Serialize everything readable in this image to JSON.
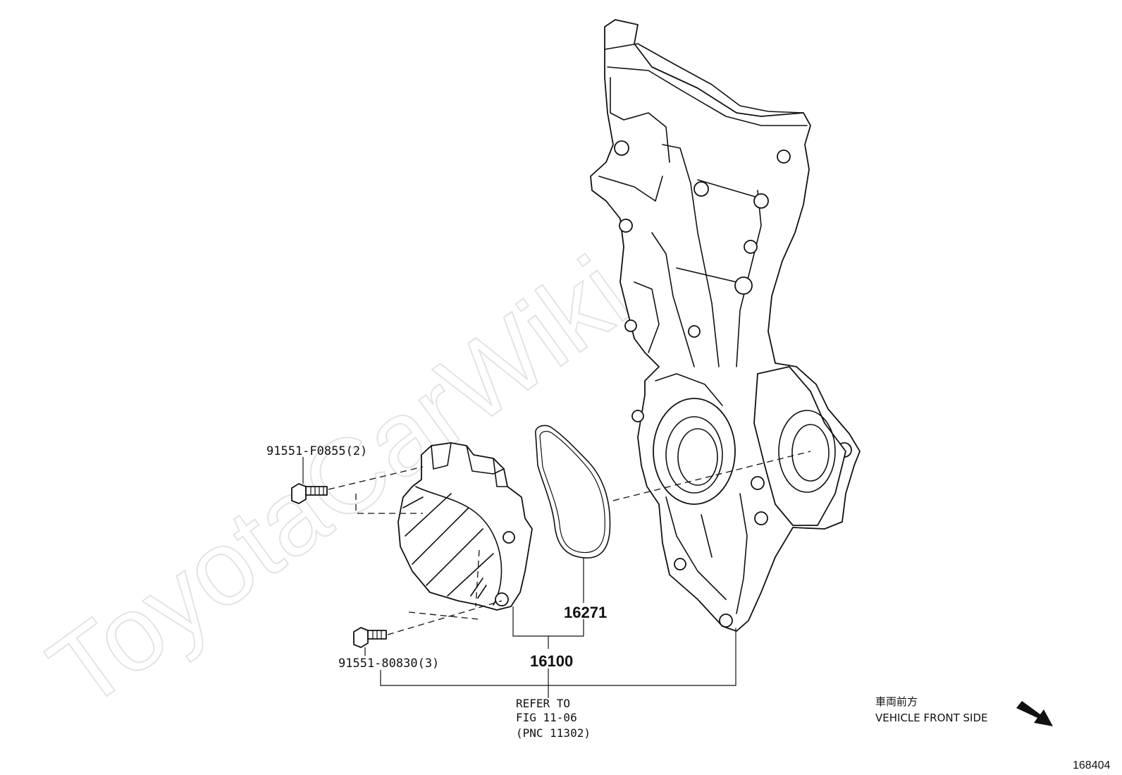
{
  "watermark": "ToyotaCarWiki.ru",
  "parts": {
    "bolt_upper": "91551-F0855(2)",
    "bolt_lower": "91551-80830(3)",
    "gasket": "16271",
    "pump_assy": "16100"
  },
  "reference": {
    "line1": "REFER TO",
    "line2": "FIG 11-06",
    "line3": "(PNC 11302)"
  },
  "direction": {
    "japanese": "車両前方",
    "english": "VEHICLE FRONT SIDE"
  },
  "figure_id": "168404"
}
